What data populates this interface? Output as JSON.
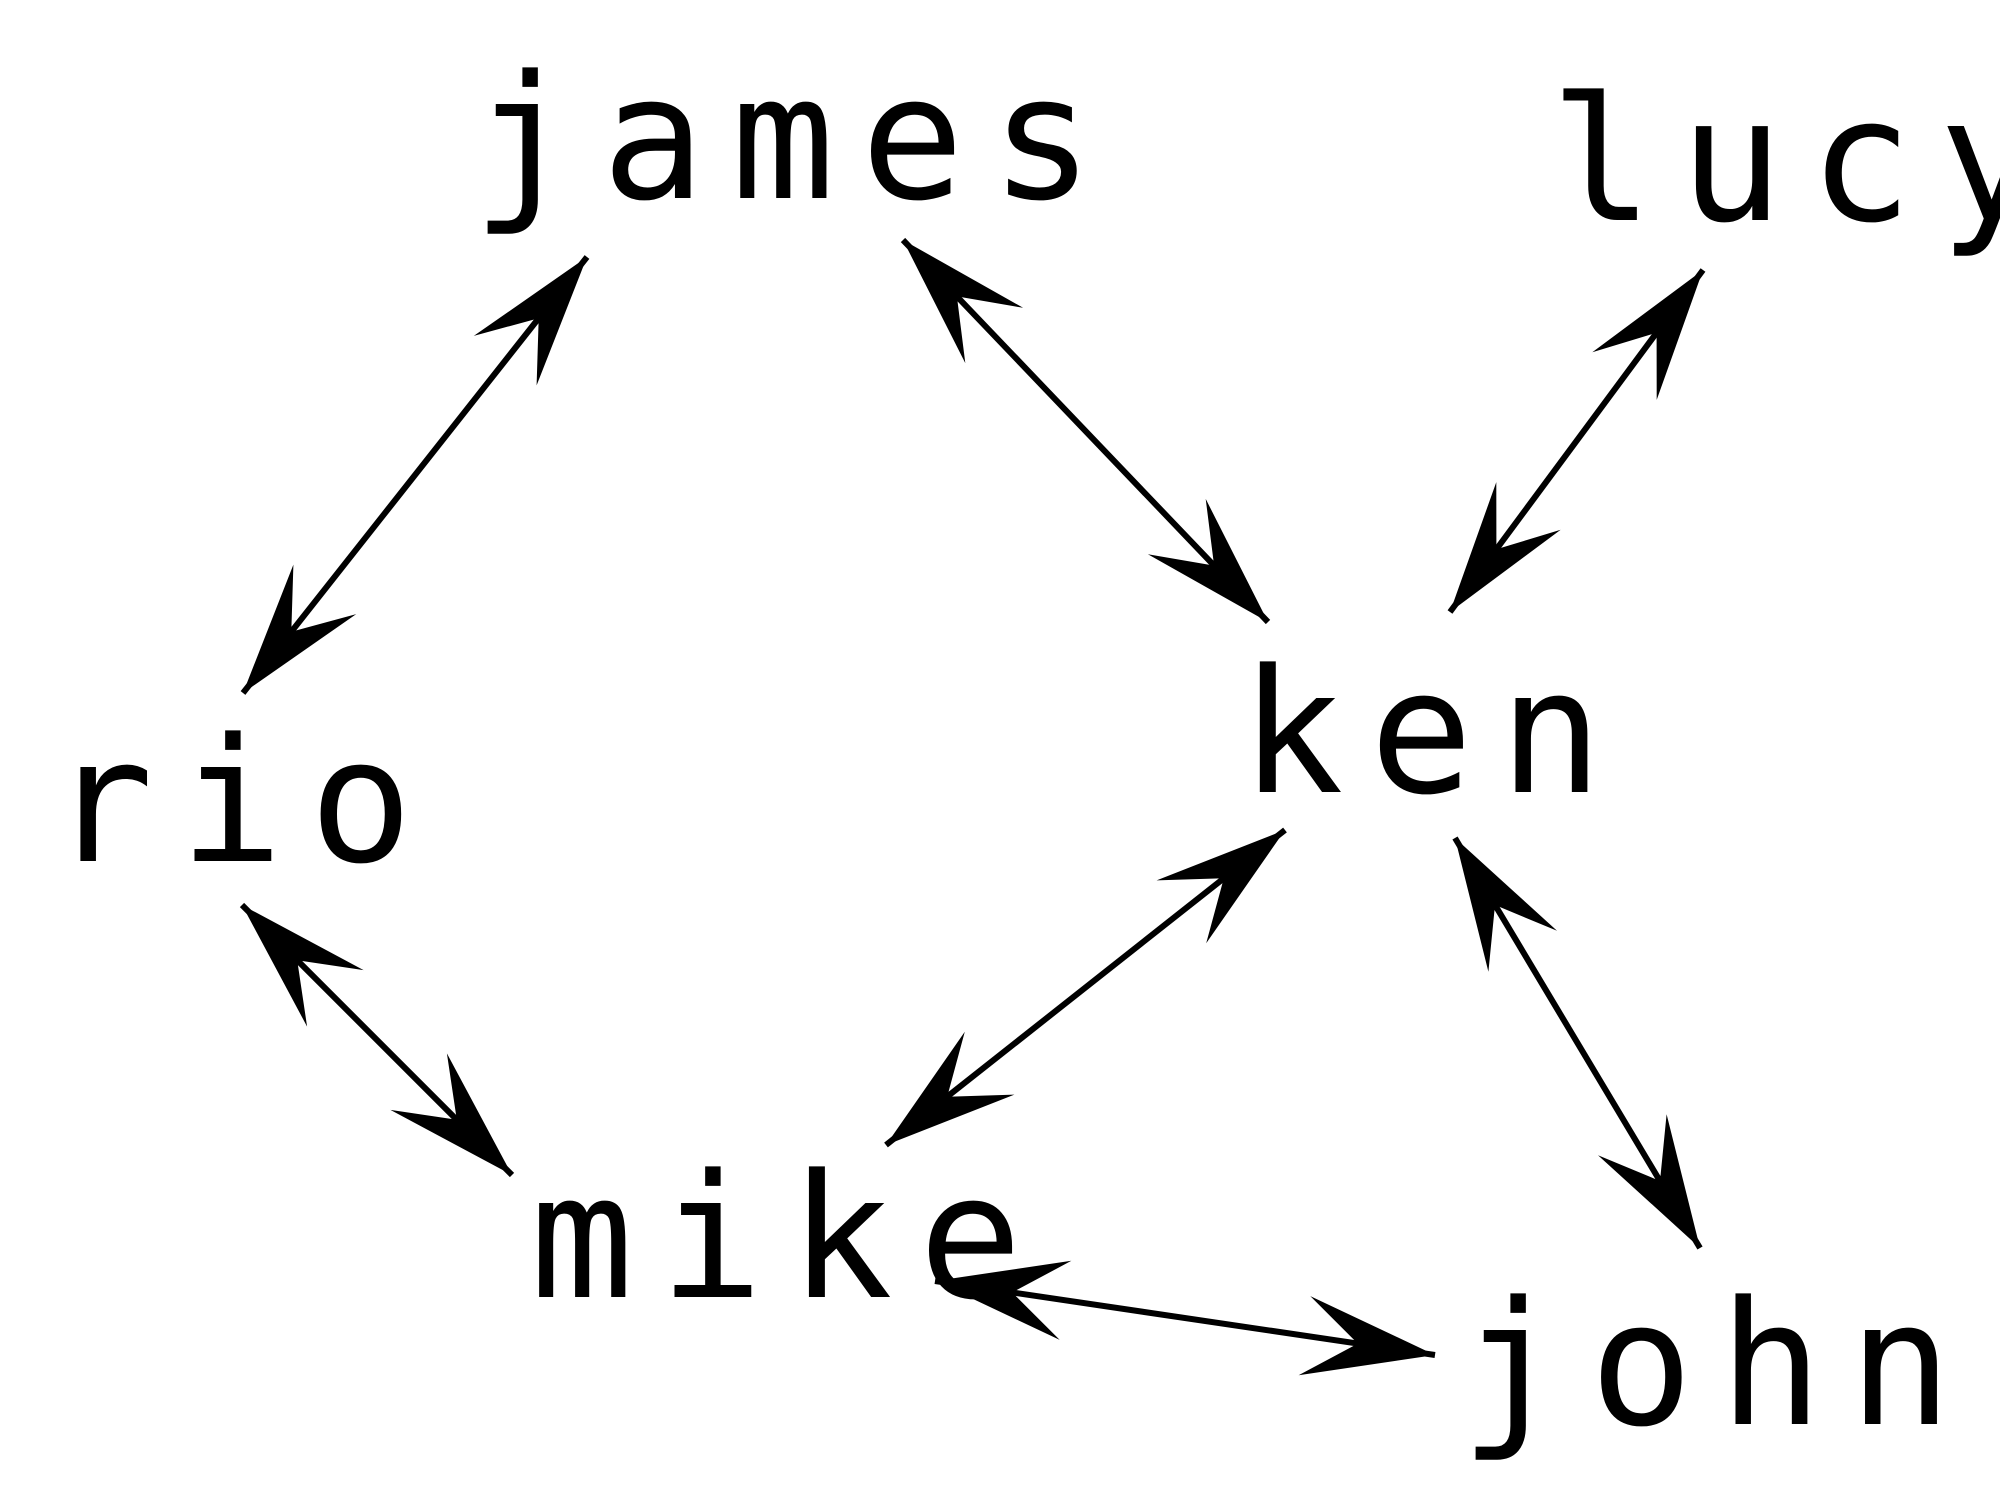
{
  "diagram": {
    "nodes": [
      {
        "id": "james",
        "label": "james"
      },
      {
        "id": "lucy",
        "label": "lucy"
      },
      {
        "id": "rio",
        "label": "rio"
      },
      {
        "id": "ken",
        "label": "ken"
      },
      {
        "id": "mike",
        "label": "mike"
      },
      {
        "id": "john",
        "label": "john"
      }
    ],
    "edges": [
      {
        "from": "rio",
        "to": "james",
        "direction": "both"
      },
      {
        "from": "james",
        "to": "ken",
        "direction": "both"
      },
      {
        "from": "lucy",
        "to": "ken",
        "direction": "both"
      },
      {
        "from": "rio",
        "to": "mike",
        "direction": "both"
      },
      {
        "from": "mike",
        "to": "ken",
        "direction": "both"
      },
      {
        "from": "ken",
        "to": "john",
        "direction": "both"
      },
      {
        "from": "mike",
        "to": "john",
        "direction": "both"
      }
    ],
    "colors": {
      "background": "#ffffff",
      "ink": "#000000"
    }
  }
}
